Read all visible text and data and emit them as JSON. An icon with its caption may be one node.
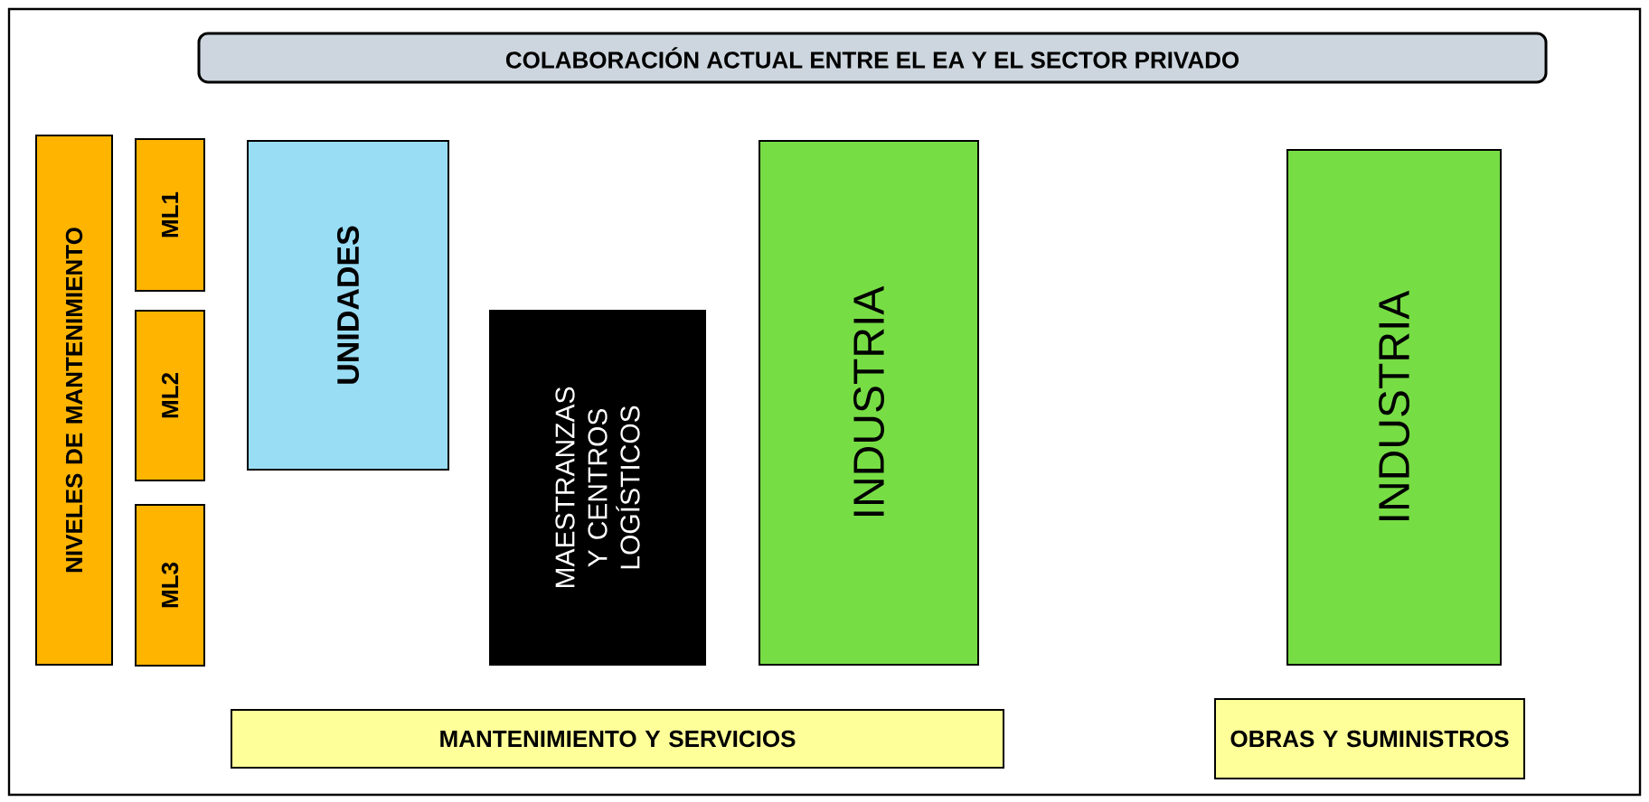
{
  "diagram": {
    "title": "COLABORACIÓN ACTUAL ENTRE EL EA Y EL SECTOR PRIVADO",
    "nodes": [
      {
        "text": [
          "NIVELES DE MANTENIMIENTO"
        ]
      },
      {
        "text": [
          "ML1"
        ]
      },
      {
        "text": [
          "ML2"
        ]
      },
      {
        "text": [
          "ML3"
        ]
      },
      {
        "text": [
          "UNIDADES"
        ]
      },
      {
        "text": [
          "MAESTRANZAS Y CENTROS LOGÍSTICOS"
        ]
      },
      {
        "text": [
          "INDUSTRIA"
        ]
      },
      {
        "text": [
          "INDUSTRIA"
        ]
      },
      {
        "text": [
          "MANTENIMIENTO Y SERVICIOS"
        ]
      },
      {
        "text": [
          "OBRAS Y SUMINISTROS"
        ]
      }
    ]
  }
}
